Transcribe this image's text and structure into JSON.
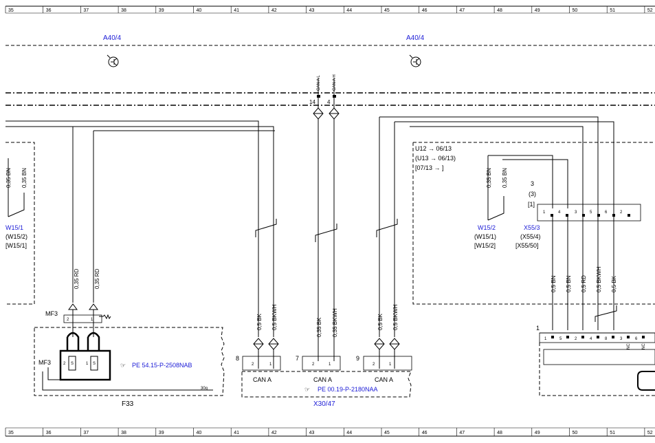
{
  "ruler_top": [
    "35",
    "36",
    "37",
    "38",
    "39",
    "40",
    "41",
    "42",
    "43",
    "44",
    "45",
    "46",
    "47",
    "48",
    "49",
    "50",
    "51",
    "52"
  ],
  "ruler_bottom": [
    "35",
    "36",
    "37",
    "38",
    "39",
    "40",
    "41",
    "42",
    "43",
    "44",
    "45",
    "46",
    "47",
    "48",
    "49",
    "50",
    "51",
    "52"
  ],
  "components": {
    "a40_left": "A40/4",
    "a40_right": "A40/4",
    "can_l": "CAN A L",
    "can_h": "CAN A H",
    "pin14": "14",
    "pin4": "4",
    "w15_left_1": "W15/1",
    "w15_left_2": "(W15/2)",
    "w15_left_3": "[W15/1]",
    "w15_right_1": "W15/2",
    "w15_right_2": "(W15/1)",
    "w15_right_3": "[W15/2]",
    "x55_1": "X55/3",
    "x55_2": "(X55/4)",
    "x55_3": "[X55/50]",
    "u12": "U12 → 06/13",
    "u13": "(U13 → 06/13)",
    "u07": "[07/13 → ]",
    "conn3_1": "3",
    "conn3_2": "(3)",
    "conn3_3": "[1]",
    "mf3_top": "MF3",
    "mf3_bottom": "MF3",
    "pe_f33": "PE 54.15-P-2508NAB",
    "f33": "F33",
    "f33_30g": "30g",
    "pe_x30": "PE 00.19-P-2180NAA",
    "x30": "X30/47",
    "can_a_1": "CAN A",
    "can_a_2": "CAN A",
    "can_a_3": "CAN A",
    "node8": "8",
    "node7": "7",
    "node9": "9",
    "node1_right": "1"
  },
  "wires": {
    "bn_left_1": "0,35 BN",
    "bn_left_2": "0,35 BN",
    "rd_1": "0,35 RD",
    "rd_2": "0,35 RD",
    "bk_1": "0,5 BK",
    "bkwh_1": "0,5 BKWH",
    "bk_2": "0,35 BK",
    "bkwh_2": "0,35 BKWH",
    "bk_3": "0,5 BK",
    "bkwh_3": "0,5 BKWH",
    "bn_right_1": "0,35 BN",
    "bn_right_2": "0,35 BN",
    "bn_3": "0,5 BN",
    "bn_4": "0,5 BN",
    "rd_3": "0,5 RD",
    "bkwh_4": "0,5 BKWH",
    "bk_4": "0,5 BK"
  },
  "pins": {
    "x55_strip": [
      "1",
      "4",
      "3",
      "5",
      "6",
      "2"
    ],
    "right_strip": [
      "1",
      "5",
      "2",
      "4",
      "8",
      "3",
      "6"
    ],
    "mf3_pins": [
      "2",
      "1"
    ],
    "x30_a": [
      "2",
      "1"
    ],
    "x30_b": [
      "2",
      "1"
    ],
    "x30_c": [
      "2",
      "1"
    ],
    "nc": "NC"
  }
}
